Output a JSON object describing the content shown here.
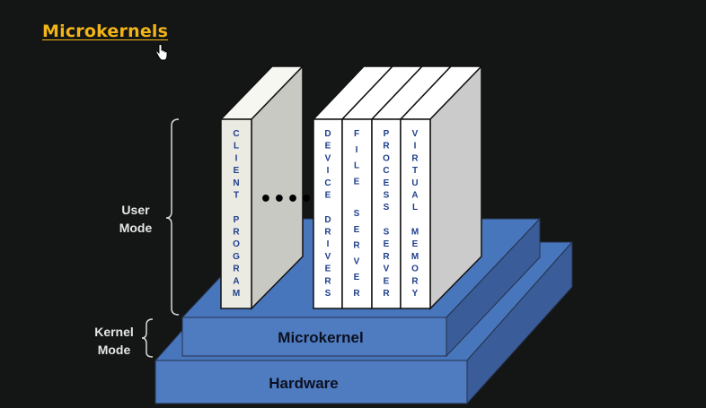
{
  "title": "Microkernels",
  "labels": {
    "user_mode": "User\nMode",
    "kernel_mode": "Kernel\nMode"
  },
  "layers": {
    "hardware": "Hardware",
    "microkernel": "Microkernel"
  },
  "books": {
    "client": "CLIENT PROGRAM",
    "ellipsis": "••••",
    "servers": [
      "DEVICE DRIVERS",
      "FILE SERVER",
      "PROCESS SERVER",
      "VIRTUAL MEMORY"
    ]
  },
  "colors": {
    "background": "#131615",
    "title": "#f2b418",
    "layer_front": "#4f7cc0",
    "layer_top": "#4876bd",
    "layer_side": "#3a5c98",
    "book_spine_text": "#1f3f8a",
    "client_spine": "#ecebe3",
    "book_side": "#c9c9c9"
  },
  "cursor": "hand-pointer-icon"
}
